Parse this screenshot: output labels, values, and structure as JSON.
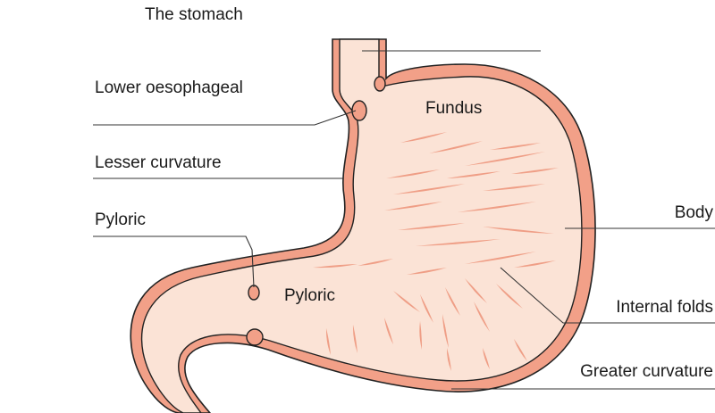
{
  "diagram": {
    "title": "The stomach",
    "labels": {
      "lower_oesophageal": "Lower oesophageal",
      "lesser_curvature": "Lesser curvature",
      "pyloric_left": "Pyloric",
      "pyloric_inner": "Pyloric",
      "fundus": "Fundus",
      "body": "Body",
      "internal_folds": "Internal folds",
      "greater_curvature": "Greater curvature"
    },
    "colors": {
      "wall": "#f2a088",
      "interior": "#fbe3d6",
      "fold": "#ef9e86",
      "outline": "#222222",
      "leader": "#333333"
    }
  }
}
